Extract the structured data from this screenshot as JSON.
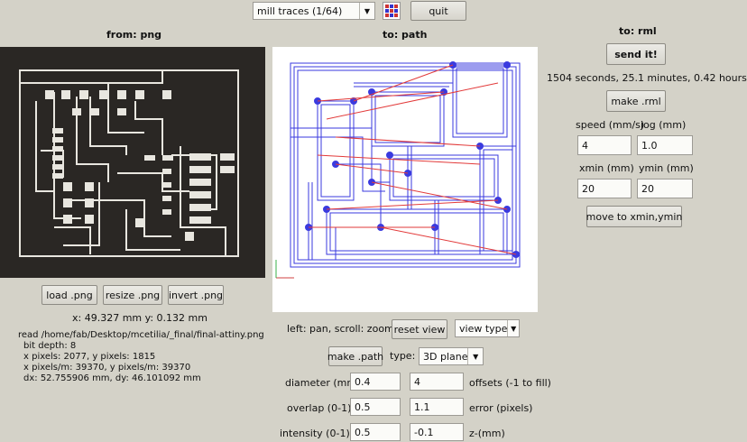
{
  "toolbar": {
    "mode_value": "mill traces (1/64)",
    "mode_arrow": "▼",
    "quit_label": "quit"
  },
  "left": {
    "title": "from: png",
    "load_label": "load .png",
    "resize_label": "resize .png",
    "invert_label": "invert .png",
    "coords": "x: 49.327 mm  y: 0.132 mm",
    "info": [
      "read /home/fab/Desktop/mcetilia/_final/final-attiny.png",
      "bit depth: 8",
      "x pixels: 2077, y pixels: 1815",
      "x pixels/m: 39370, y pixels/m: 39370",
      "dx: 52.755906 mm, dy: 46.101092 mm"
    ]
  },
  "middle": {
    "title": "to: path",
    "hint": "left: pan, scroll: zoom",
    "reset_view_label": "reset view",
    "view_type_value": "view type",
    "make_path_label": "make .path",
    "type_label": "type:",
    "type_value": "3D plane",
    "params": [
      {
        "label": "diameter (mm)",
        "value1": "0.4",
        "value2": "4",
        "tail": "offsets (-1 to fill)"
      },
      {
        "label": "overlap (0-1)",
        "value1": "0.5",
        "value2": "1.1",
        "tail": "error (pixels)"
      },
      {
        "label": "intensity (0-1)",
        "value1": "0.5",
        "value2": "-0.1",
        "tail": "z-(mm)"
      }
    ]
  },
  "right": {
    "title": "to: rml",
    "send_label": "send it!",
    "time_text": "1504 seconds, 25.1 minutes, 0.42 hours",
    "make_rml_label": "make .rml",
    "speed_label": "speed (mm/s)",
    "speed_value": "4",
    "jog_label": "jog (mm)",
    "jog_value": "1.0",
    "xmin_label": "xmin (mm)",
    "xmin_value": "20",
    "ymin_label": "ymin (mm)",
    "ymin_value": "20",
    "move_label": "move to xmin,ymin"
  },
  "colors": {
    "window_bg": "#d4d2c8",
    "png_bg": "#2a2724",
    "trace_white": "#e8e6df",
    "path_blue": "#3a3adf",
    "path_red": "#e23a3a"
  }
}
